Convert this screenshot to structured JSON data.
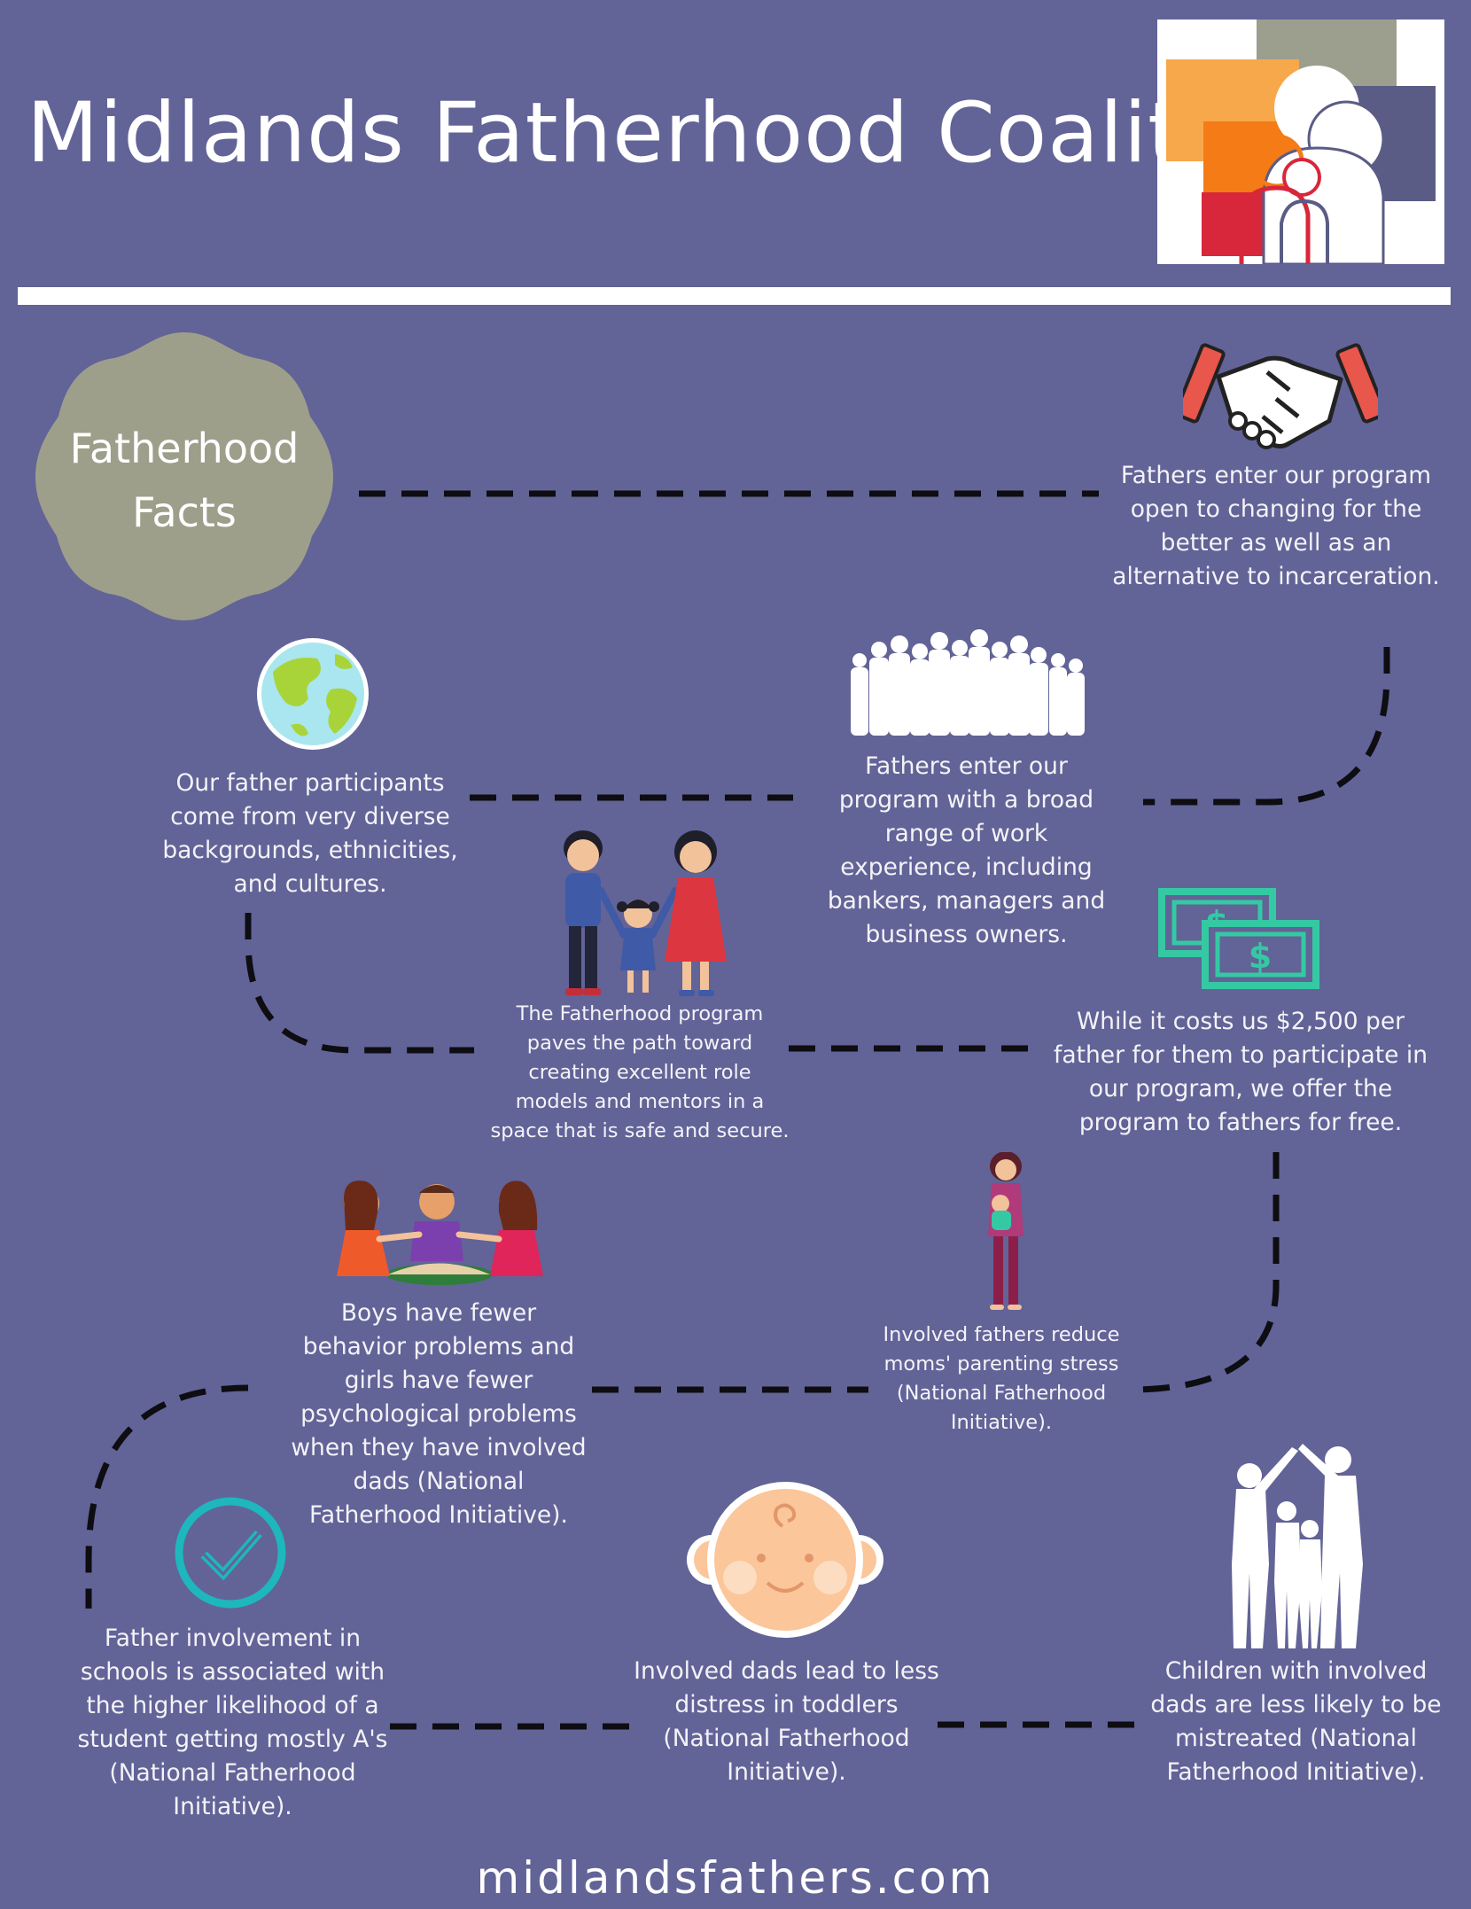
{
  "header": {
    "title": "Midlands Fatherhood Coalition"
  },
  "badge": {
    "line1": "Fatherhood",
    "line2": "Facts"
  },
  "facts": [
    {
      "icon": "handshake-icon",
      "text": "Fathers enter our program open to changing for the better as well as an alternative to incarceration."
    },
    {
      "icon": "crowd-silhouette-icon",
      "text": "Fathers enter our program with a broad range of work experience, including bankers, managers and business owners."
    },
    {
      "icon": "globe-icon",
      "text": "Our father participants come from very diverse backgrounds, ethnicities, and cultures."
    },
    {
      "icon": "family-icon",
      "text": "The Fatherhood program paves the path toward creating excellent role models and mentors in a space that is safe and secure."
    },
    {
      "icon": "money-bills-icon",
      "text": "While it costs us $2,500 per father for them to participate in our program, we offer the program to fathers for free."
    },
    {
      "icon": "mother-and-baby-icon",
      "text": "Involved fathers reduce moms' parenting stress (National Fatherhood Initiative)."
    },
    {
      "icon": "father-with-children-icon",
      "text": "Boys have fewer behavior problems and girls have fewer psychological problems when they have involved dads (National Fatherhood Initiative)."
    },
    {
      "icon": "checkmark-icon",
      "text": "Father involvement in schools is associated with the higher likelihood of a student getting mostly A's (National Fatherhood Initiative)."
    },
    {
      "icon": "baby-face-icon",
      "text": "Involved dads lead to less distress in toddlers (National Fatherhood Initiative)."
    },
    {
      "icon": "family-silhouette-icon",
      "text": "Children with involved dads are less likely to be mistreated (National Fatherhood Initiative)."
    }
  ],
  "footer": {
    "website": "midlandsfathers.com"
  },
  "colors": {
    "background": "#626397",
    "badge": "#9d9f8a",
    "path": "#0d0d12",
    "logo_gray": "#9c9e8e",
    "logo_orange": "#f7a84a",
    "logo_dark_orange": "#f47b16",
    "logo_red": "#d8263a",
    "logo_navy": "#5a5c85",
    "money_green": "#35c9a3",
    "check_teal": "#1db7bd",
    "handshake_red": "#e9564c"
  }
}
